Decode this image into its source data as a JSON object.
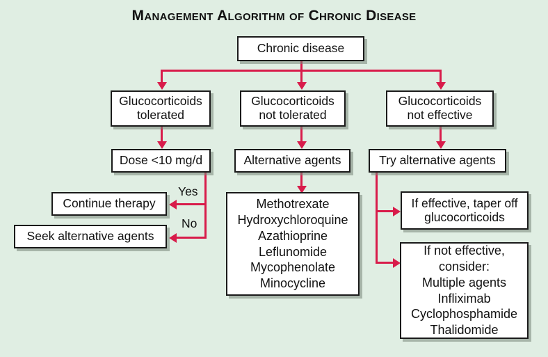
{
  "title": "Management Algorithm of Chronic Disease",
  "colors": {
    "background": "#e0eee3",
    "connector": "#d81b4a",
    "box_fill": "#ffffff",
    "box_border": "#1a1a1a",
    "text": "#111111"
  },
  "nodes": {
    "root": "Chronic disease",
    "branch_tolerated": "Glucocorticoids\ntolerated",
    "branch_not_tolerated": "Glucocorticoids\nnot tolerated",
    "branch_not_effective": "Glucocorticoids\nnot effective",
    "dose": "Dose <10 mg/d",
    "alternative_agents": "Alternative agents",
    "try_alternative_agents": "Try alternative agents",
    "continue_therapy": "Continue therapy",
    "seek_alternative_agents": "Seek alternative agents",
    "drug_list": "Methotrexate\nHydroxychloroquine\nAzathioprine\nLeflunomide\nMycophenolate\nMinocycline",
    "if_effective": "If effective, taper off\nglucocorticoids",
    "if_not_effective": "If not effective,\nconsider:\nMultiple agents\nInfliximab\nCyclophosphamide\nThalidomide"
  },
  "edge_labels": {
    "yes": "Yes",
    "no": "No"
  }
}
